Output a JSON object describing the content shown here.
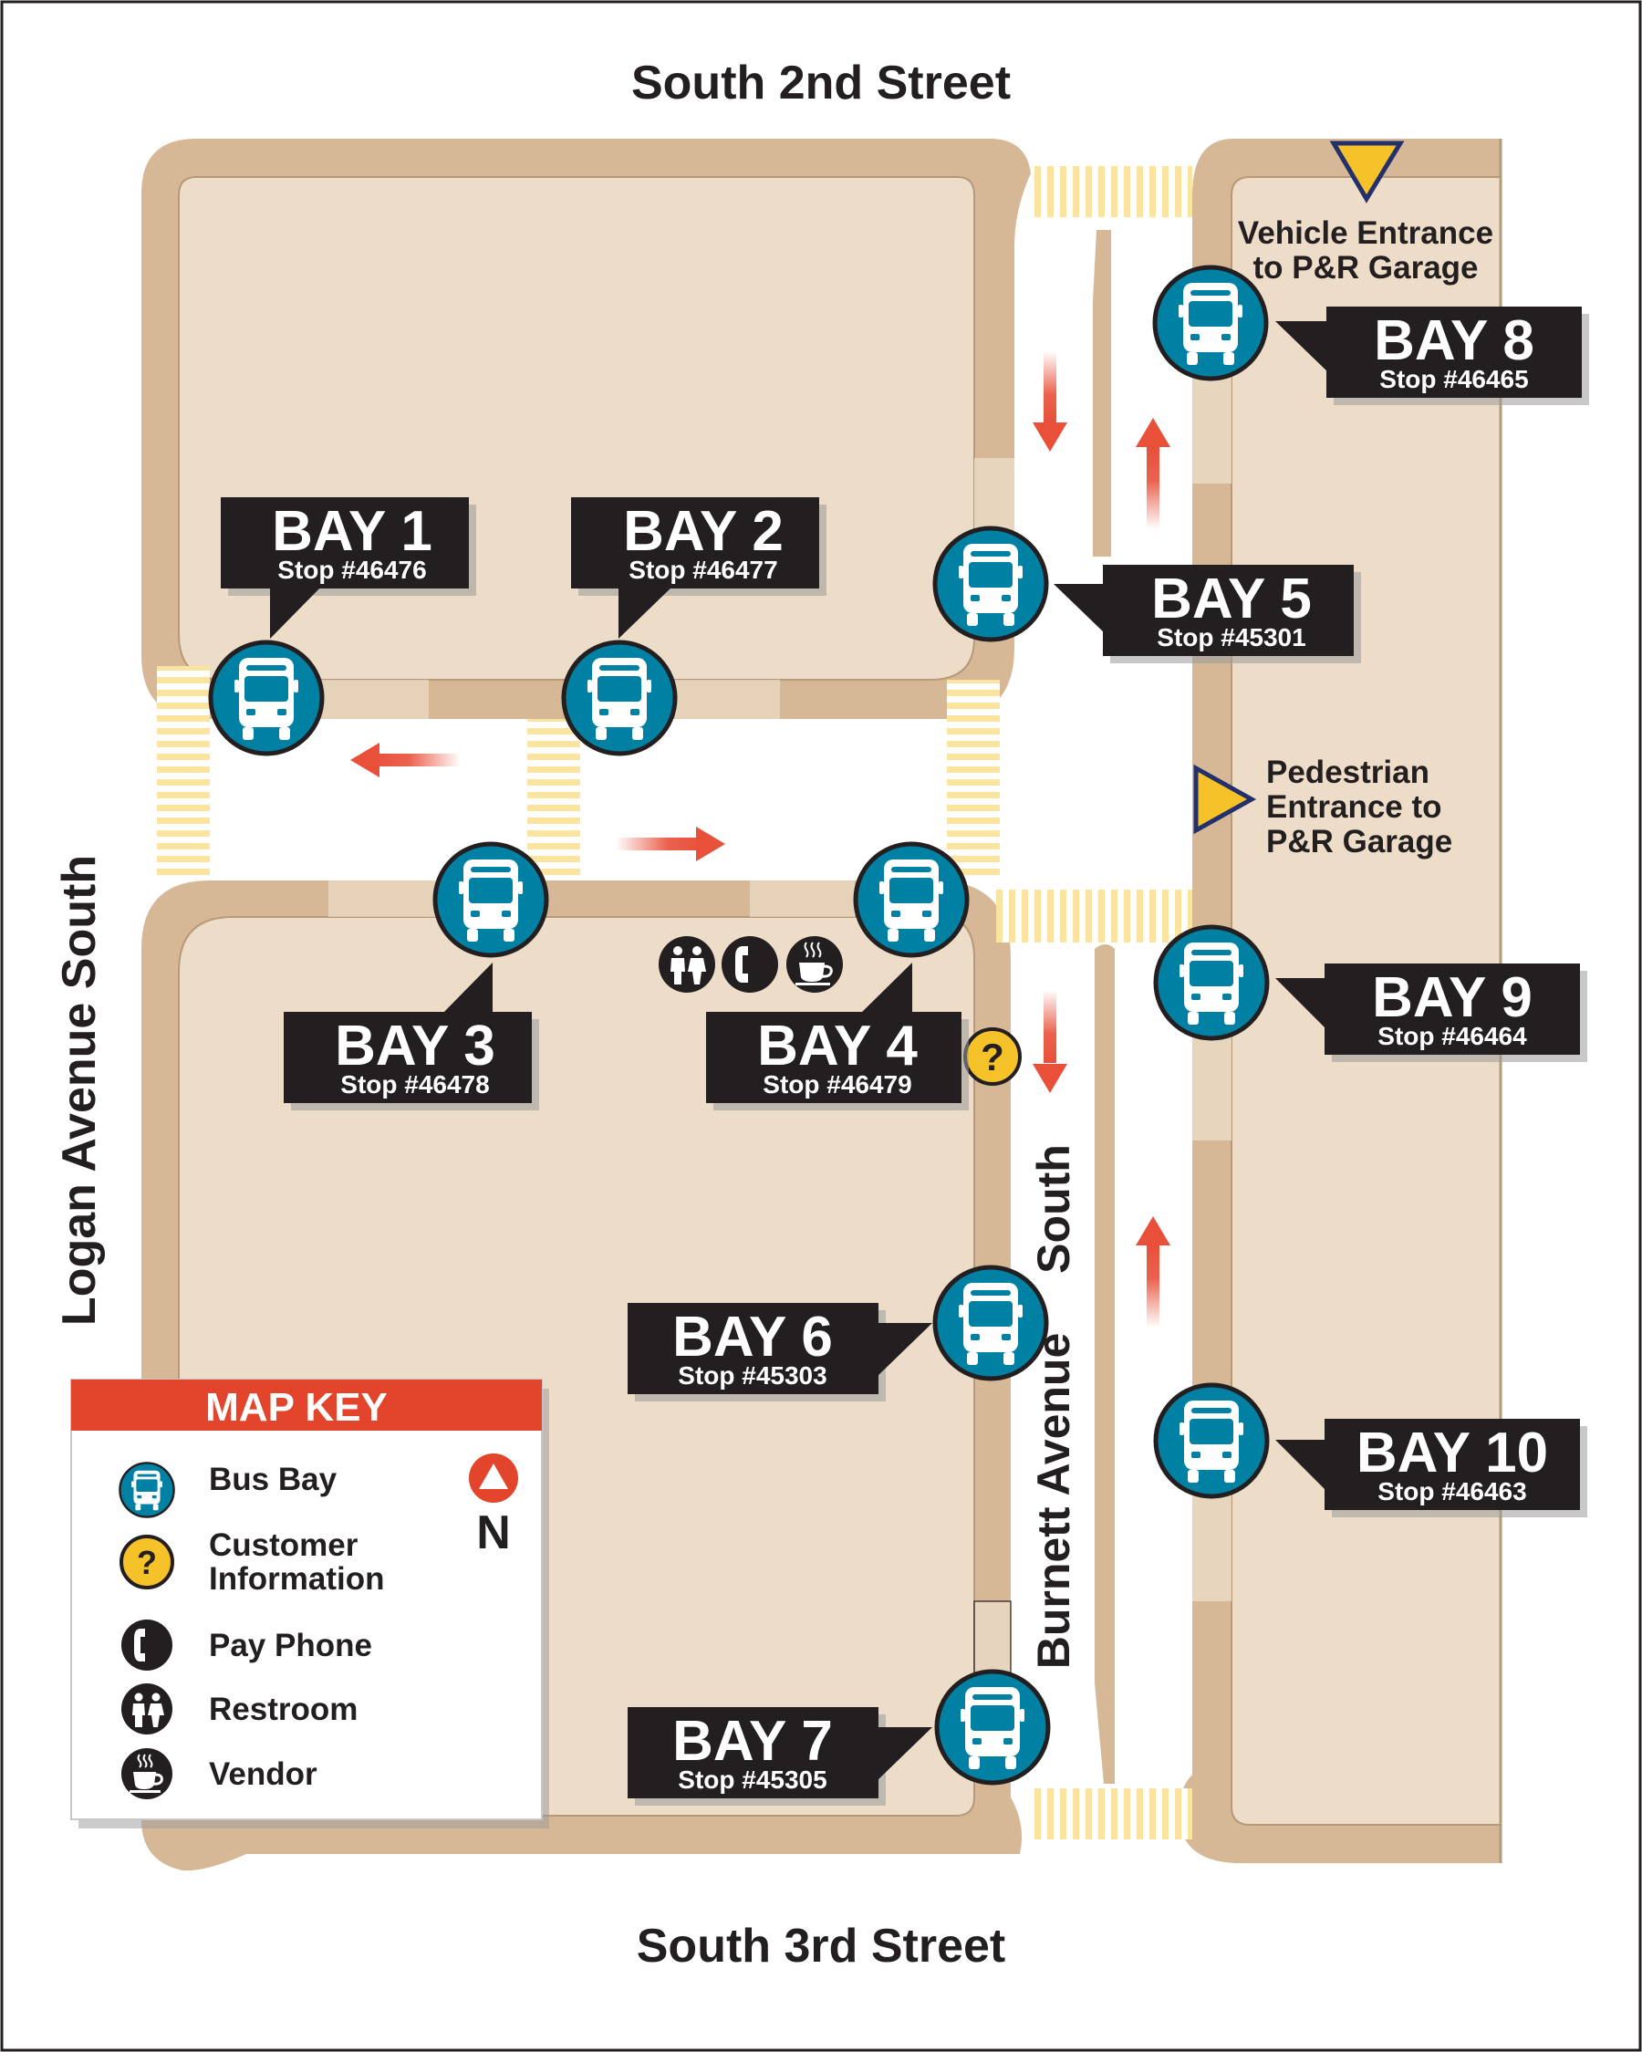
{
  "streets": {
    "north": "South 2nd Street",
    "south": "South 3rd Street",
    "west": "Logan Avenue South",
    "east_line1": "South",
    "east_line2": "Burnett Avenue"
  },
  "bays": [
    {
      "label": "BAY 1",
      "stop": "Stop #46476"
    },
    {
      "label": "BAY 2",
      "stop": "Stop #46477"
    },
    {
      "label": "BAY 3",
      "stop": "Stop #46478"
    },
    {
      "label": "BAY 4",
      "stop": "Stop #46479"
    },
    {
      "label": "BAY 5",
      "stop": "Stop #45301"
    },
    {
      "label": "BAY 6",
      "stop": "Stop #45303"
    },
    {
      "label": "BAY 7",
      "stop": "Stop #45305"
    },
    {
      "label": "BAY 8",
      "stop": "Stop #46465"
    },
    {
      "label": "BAY 9",
      "stop": "Stop #46464"
    },
    {
      "label": "BAY 10",
      "stop": "Stop #46463"
    }
  ],
  "entrances": {
    "vehicle": [
      "Vehicle Entrance",
      "to P&R Garage"
    ],
    "pedestrian": [
      "Pedestrian",
      "Entrance to",
      "P&R Garage"
    ]
  },
  "map_key": {
    "title": "MAP KEY",
    "items": [
      {
        "icon": "bus-icon",
        "label_lines": [
          "Bus Bay"
        ]
      },
      {
        "icon": "question-icon",
        "label_lines": [
          "Customer",
          "Information"
        ]
      },
      {
        "icon": "phone-icon",
        "label_lines": [
          "Pay Phone"
        ]
      },
      {
        "icon": "restroom-icon",
        "label_lines": [
          "Restroom"
        ]
      },
      {
        "icon": "vendor-icon",
        "label_lines": [
          "Vendor"
        ]
      }
    ],
    "north_label": "N"
  },
  "colors": {
    "bus_teal": "#0081a4",
    "sidewalk": "#d6b896",
    "block_fill": "#ecdcc8",
    "label_black": "#231f20",
    "key_header_red": "#e2452b",
    "info_yellow": "#f5c229",
    "arrow_red": "#e8503a",
    "crosswalk_yellow": "#fbe6a8"
  }
}
